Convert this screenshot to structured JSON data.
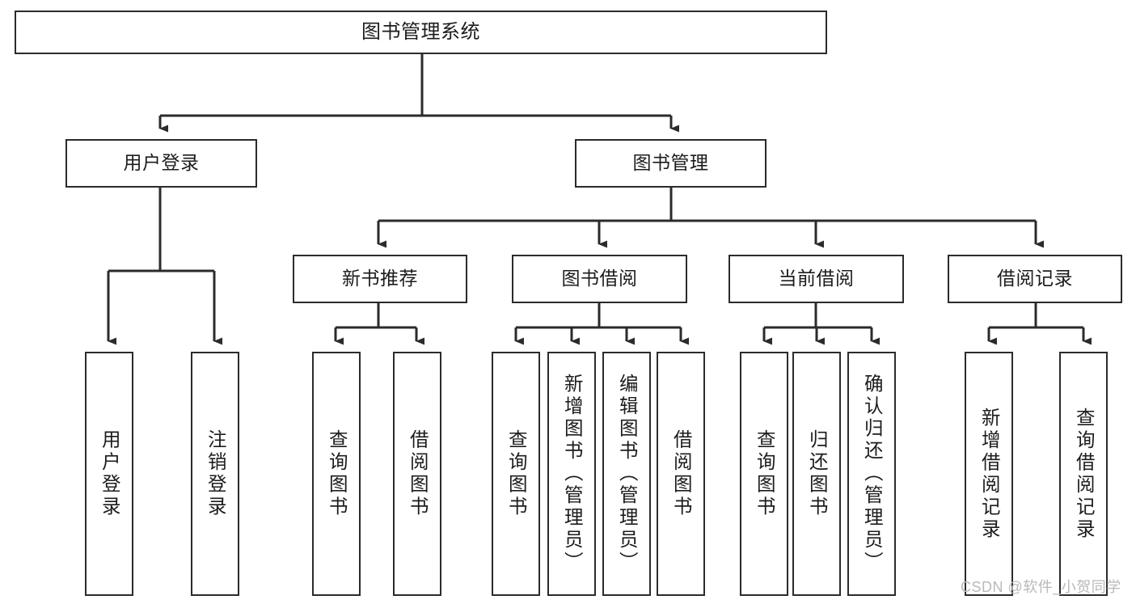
{
  "diagram": {
    "type": "tree-hierarchy-functional-decomposition",
    "title": "图书管理系统",
    "watermark": "CSDN @软件_小贺同学",
    "colors": {
      "stroke": "#2b2b2b",
      "fill": "#ffffff",
      "text": "#1c1c1c",
      "watermark": "#b9b9b9"
    },
    "levels": {
      "root": {
        "label": "图书管理系统"
      },
      "level1": [
        {
          "id": "user-login",
          "label": "用户登录"
        },
        {
          "id": "book-management",
          "label": "图书管理"
        }
      ],
      "level2": [
        {
          "id": "new-book-recommend",
          "label": "新书推荐",
          "parent": "book-management"
        },
        {
          "id": "book-borrow",
          "label": "图书借阅",
          "parent": "book-management"
        },
        {
          "id": "current-borrow",
          "label": "当前借阅",
          "parent": "book-management"
        },
        {
          "id": "borrow-record",
          "label": "借阅记录",
          "parent": "book-management"
        }
      ],
      "leaves": [
        {
          "id": "leaf-user-login",
          "label": "用户登录",
          "parent": "user-login"
        },
        {
          "id": "leaf-user-logout",
          "label": "注销登录",
          "parent": "user-login"
        },
        {
          "id": "leaf-query-book-1",
          "label": "查询图书",
          "parent": "new-book-recommend"
        },
        {
          "id": "leaf-borrow-book-1",
          "label": "借阅图书",
          "parent": "new-book-recommend"
        },
        {
          "id": "leaf-query-book-2",
          "label": "查询图书",
          "parent": "book-borrow"
        },
        {
          "id": "leaf-add-book",
          "label": "新增图书（管理员）",
          "parent": "book-borrow"
        },
        {
          "id": "leaf-edit-book",
          "label": "编辑图书（管理员）",
          "parent": "book-borrow"
        },
        {
          "id": "leaf-borrow-book-2",
          "label": "借阅图书",
          "parent": "book-borrow"
        },
        {
          "id": "leaf-query-book-3",
          "label": "查询图书",
          "parent": "current-borrow"
        },
        {
          "id": "leaf-return-book",
          "label": "归还图书",
          "parent": "current-borrow"
        },
        {
          "id": "leaf-confirm-return",
          "label": "确认归还（管理员）",
          "parent": "current-borrow"
        },
        {
          "id": "leaf-add-record",
          "label": "新增借阅记录",
          "parent": "borrow-record"
        },
        {
          "id": "leaf-query-record",
          "label": "查询借阅记录",
          "parent": "borrow-record"
        }
      ]
    }
  }
}
